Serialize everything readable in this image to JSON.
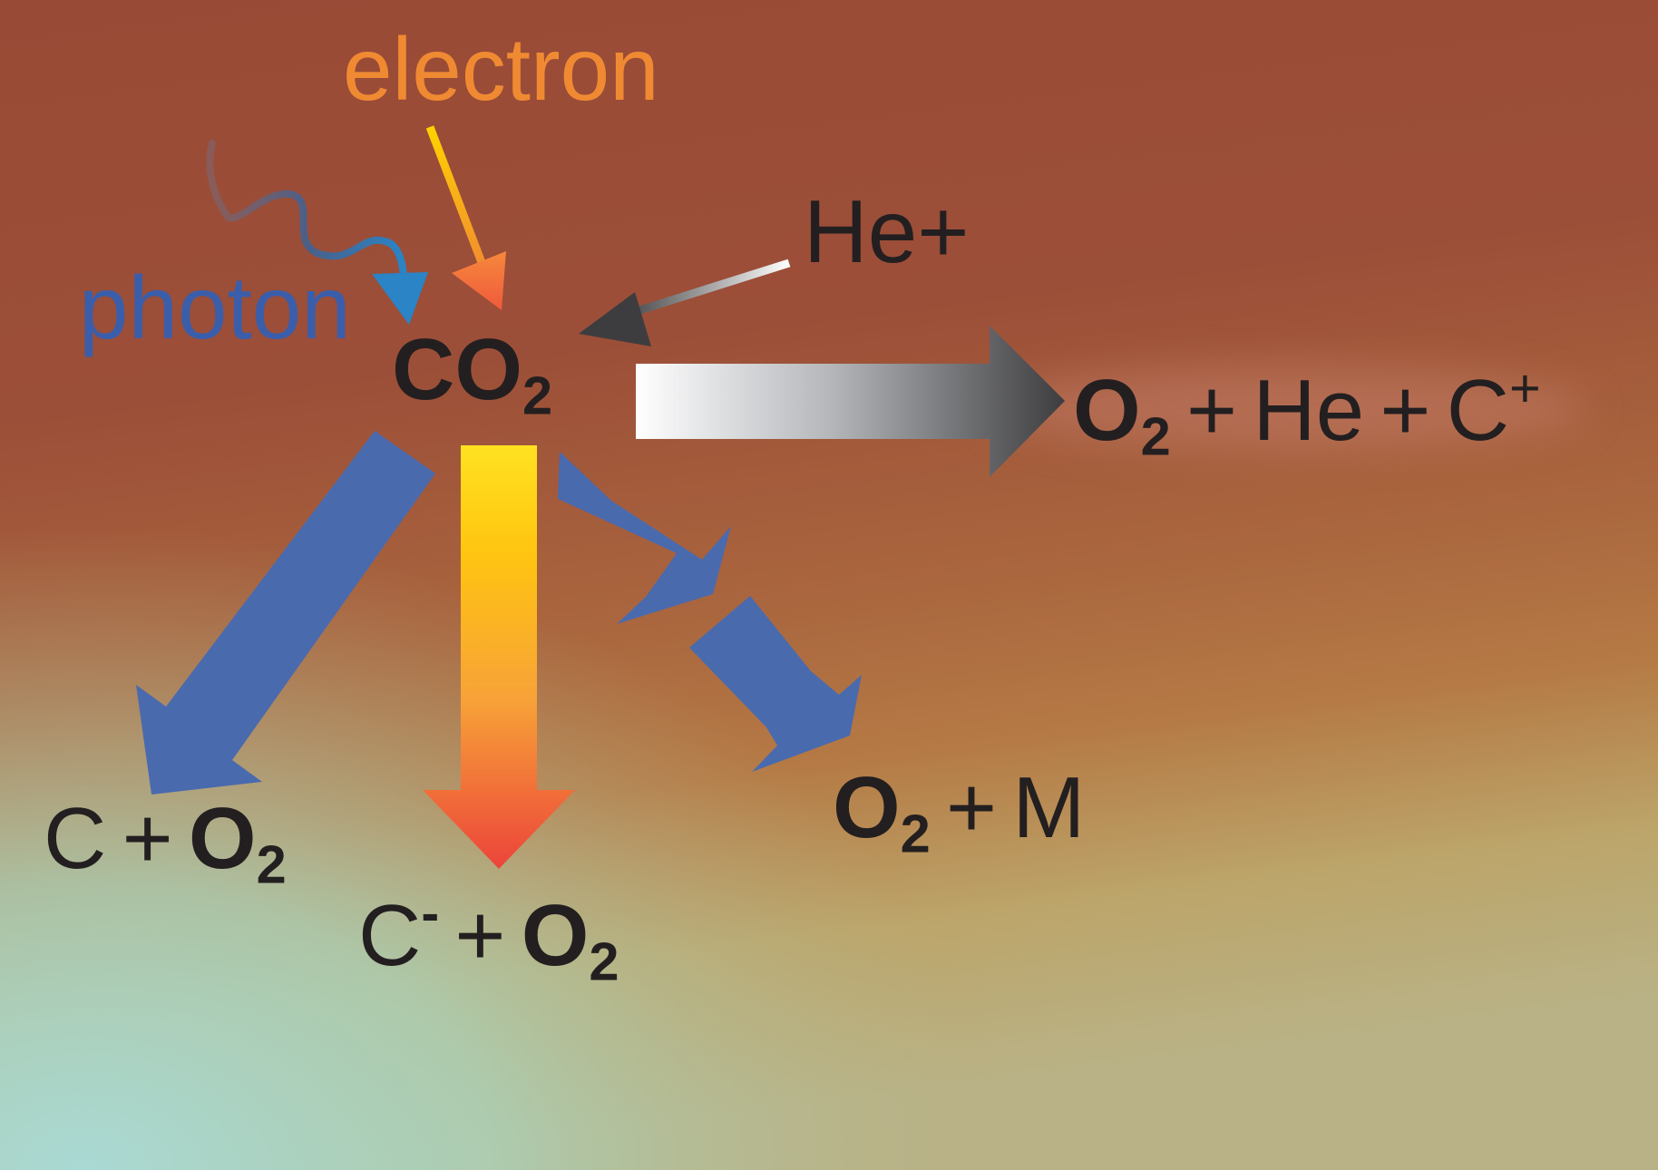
{
  "inputs": {
    "electron": "electron",
    "photon": "photon",
    "he_plus": "He+"
  },
  "reactant": {
    "label": "CO",
    "sub": "2"
  },
  "products": {
    "photon_left": {
      "atom": "C",
      "plus": "+",
      "mol": "O",
      "sub": "2"
    },
    "electron_down": {
      "atom": "C",
      "charge": "-",
      "plus": "+",
      "mol": "O",
      "sub": "2"
    },
    "photon_right": {
      "mol": "O",
      "sub": "2",
      "plus": "+",
      "atom": "M"
    },
    "he_right": {
      "mol": "O",
      "sub": "2",
      "plus1": "+",
      "atom1": "He",
      "plus2": "+",
      "atom2": "C",
      "charge": "+"
    }
  },
  "colors": {
    "photon": "#3b5eab",
    "photon_arrow": "#4a6aae",
    "electron_text": "#f08a32",
    "text": "#231f20",
    "background_top": "#9a4a35",
    "background_bottom": "#a7d6cf"
  },
  "icons": {
    "photon": "wavy-arrow",
    "electron": "straight-arrow",
    "he": "straight-arrow",
    "reaction": "block-arrow"
  }
}
